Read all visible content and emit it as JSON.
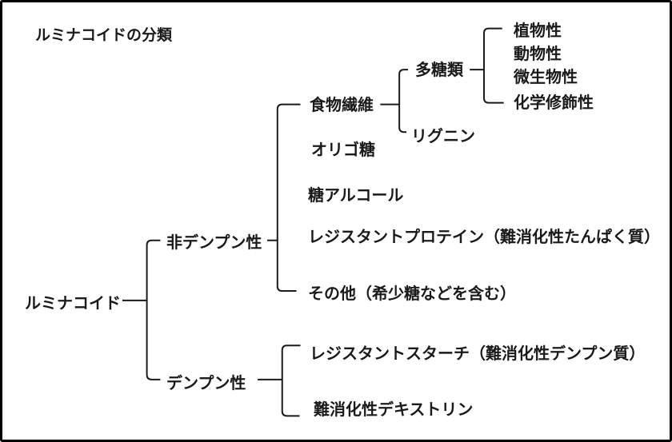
{
  "title": "ルミナコイドの分類",
  "tree": {
    "label": "ルミナコイド",
    "children": [
      {
        "label": "非デンプン性",
        "children": [
          {
            "label": "食物繊維",
            "children": [
              {
                "label": "多糖類",
                "children": [
                  {
                    "label": "植物性"
                  },
                  {
                    "label": "動物性"
                  },
                  {
                    "label": "微生物性"
                  },
                  {
                    "label": "化学修飾性"
                  }
                ]
              },
              {
                "label": "リグニン"
              }
            ]
          },
          {
            "label": "オリゴ糖"
          },
          {
            "label": "糖アルコール"
          },
          {
            "label": "レジスタントプロテイン（難消化性たんぱく質）"
          },
          {
            "label": "その他（希少糖などを含む）"
          }
        ]
      },
      {
        "label": "デンプン性",
        "children": [
          {
            "label": "レジスタントスターチ（難消化性デンプン質）"
          },
          {
            "label": "難消化性デキストリン"
          }
        ]
      }
    ]
  },
  "colors": {
    "background": "#ffffff",
    "border": "#000000",
    "line": "#1a1a1a",
    "text": "#1a1a1a"
  }
}
